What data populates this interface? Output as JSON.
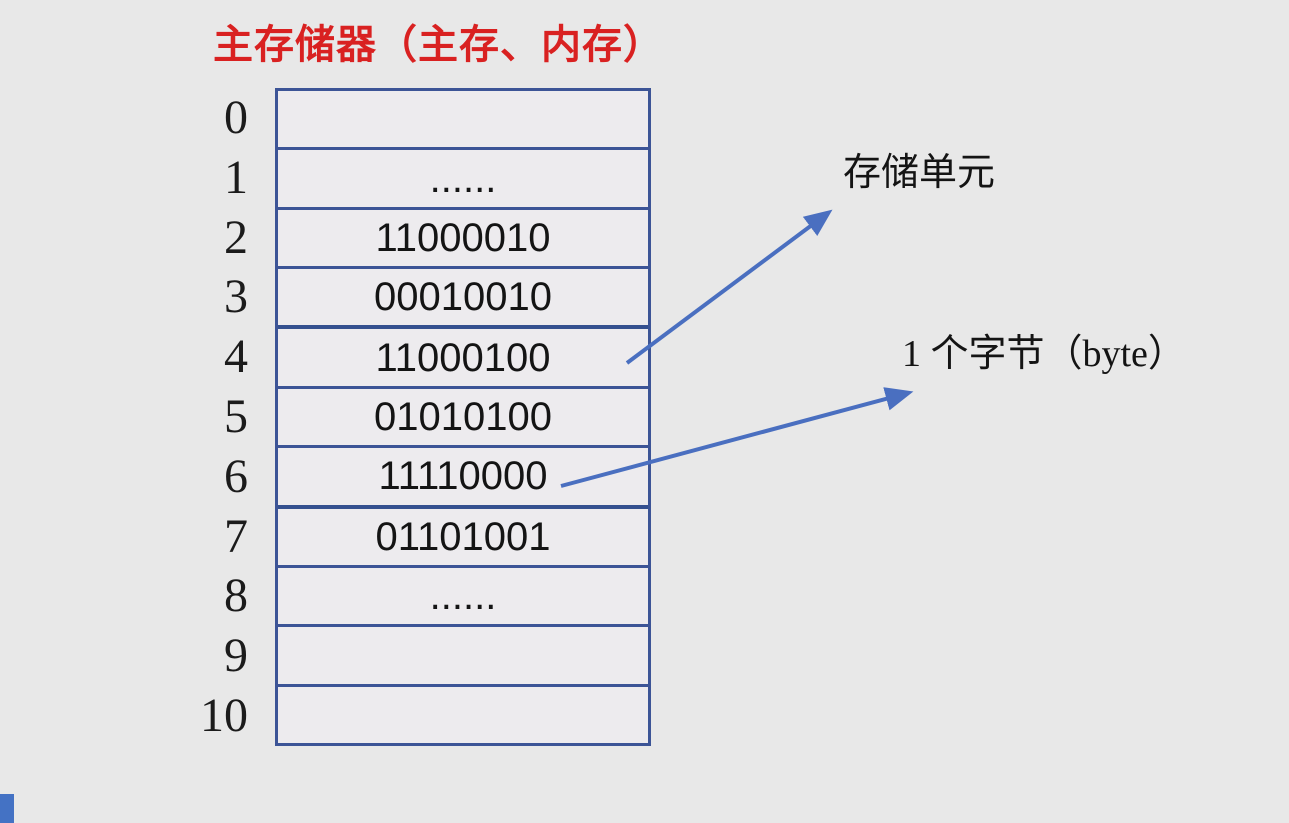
{
  "title": "主存储器（主存、内存）",
  "memory": {
    "rows": [
      {
        "address": "0",
        "value": ""
      },
      {
        "address": "1",
        "value": "......"
      },
      {
        "address": "2",
        "value": "11000010"
      },
      {
        "address": "3",
        "value": "00010010"
      },
      {
        "address": "4",
        "value": "11000100"
      },
      {
        "address": "5",
        "value": "01010100"
      },
      {
        "address": "6",
        "value": "11110000"
      },
      {
        "address": "7",
        "value": "01101001"
      },
      {
        "address": "8",
        "value": "......"
      },
      {
        "address": "9",
        "value": ""
      },
      {
        "address": "10",
        "value": ""
      }
    ]
  },
  "annotations": {
    "storage_unit": "存储单元",
    "byte": "1 个字节（byte）"
  },
  "colors": {
    "background": "#e8e8e8",
    "cell_fill": "#edebee",
    "table_border": "#3c5496",
    "arrow": "#4a6fc0",
    "title_red": "#d92121",
    "text": "#141414",
    "corner_square": "#4472c4"
  }
}
